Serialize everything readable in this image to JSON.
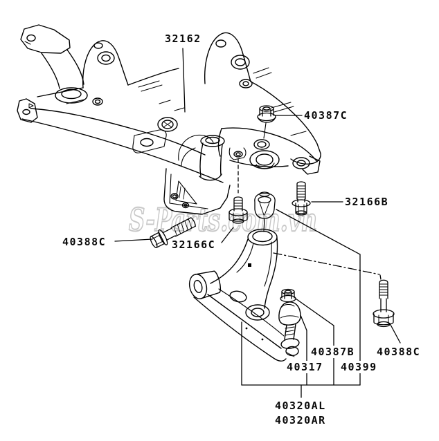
{
  "page": {
    "background": "#ffffff",
    "line_color": "#000000"
  },
  "watermark": {
    "text": "S-Parts.com.vn",
    "color": "#c8c8c8"
  },
  "callouts": {
    "crossmember": "32162",
    "flange_nut_upper": "40387C",
    "bolt_rear_center": "32166B",
    "bolt_front_left": "40388C",
    "bolt_front_center": "32166C",
    "ball_joint_nut": "40387B",
    "bolt_right": "40388C",
    "ball_joint": "40317",
    "arm_bushing": "40399",
    "lower_arm_left": "40320AL",
    "lower_arm_right": "40320AR"
  }
}
